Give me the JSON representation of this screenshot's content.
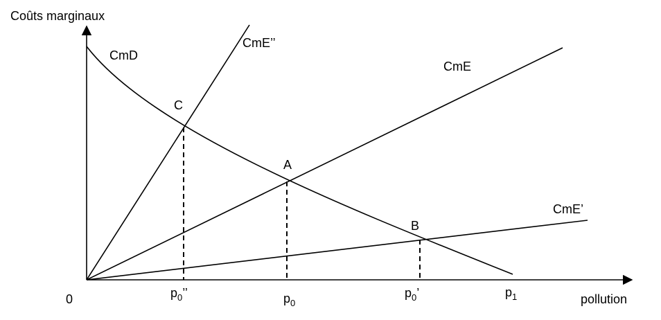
{
  "axes": {
    "y_label": "Coûts marginaux",
    "x_label": "pollution",
    "origin": "0"
  },
  "curves": {
    "cmd": "CmD",
    "cme": "CmE",
    "cme_double_prime": "CmE’’",
    "cme_prime": "CmE’"
  },
  "points": {
    "a": "A",
    "b": "B",
    "c": "C"
  },
  "ticks": {
    "p0_double_prime": {
      "base": "p",
      "sub": "0",
      "sup": "’’"
    },
    "p0": {
      "base": "p",
      "sub": "0"
    },
    "p0_prime": {
      "base": "p",
      "sub": "0",
      "sup": "’"
    },
    "p1": {
      "base": "p",
      "sub": "1"
    }
  }
}
